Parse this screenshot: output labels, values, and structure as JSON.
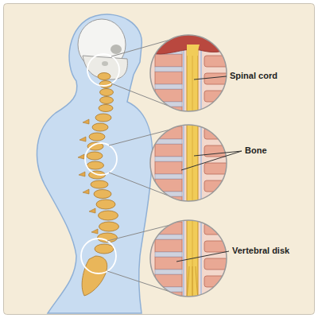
{
  "diagram": {
    "labels": [
      "Spinal cord",
      "Bone",
      "Vertebral disk"
    ]
  }
}
